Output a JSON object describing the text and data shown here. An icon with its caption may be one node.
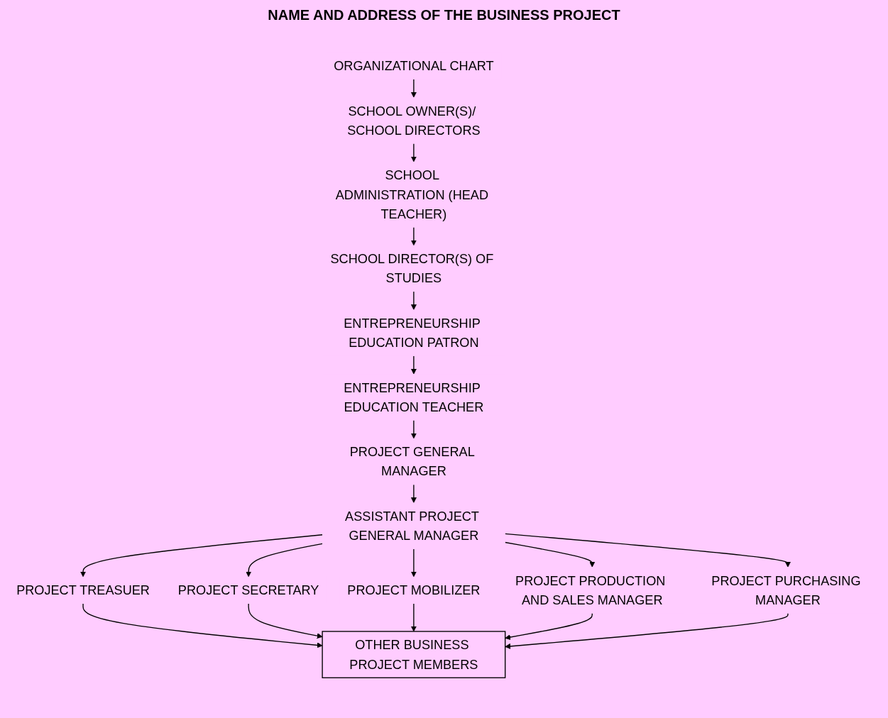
{
  "diagram": {
    "title": "NAME AND ADDRESS OF THE BUSINESS PROJECT",
    "nodes": [
      {
        "text": [
          "ORGANIZATIONAL CHART"
        ]
      },
      {
        "text": [
          "SCHOOL OWNER(S)/ SCHOOL DIRECTORS"
        ]
      },
      {
        "text": [
          "SCHOOL ADMINISTRATION (HEAD TEACHER)"
        ]
      },
      {
        "text": [
          "SCHOOL DIRECTOR(S) OF STUDIES"
        ]
      },
      {
        "text": [
          "ENTREPRENEURSHIP EDUCATION PATRON"
        ]
      },
      {
        "text": [
          "ENTREPRENEURSHIP EDUCATION TEACHER"
        ]
      },
      {
        "text": [
          "PROJECT GENERAL MANAGER"
        ]
      },
      {
        "text": [
          "ASSISTANT PROJECT GENERAL MANAGER"
        ]
      },
      {
        "text": [
          "PROJECT TREASUER"
        ]
      },
      {
        "text": [
          "PROJECT SECRETARY"
        ]
      },
      {
        "text": [
          "PROJECT MOBILIZER"
        ]
      },
      {
        "text": [
          "PROJECT PRODUCTION AND SALES MANAGER"
        ]
      },
      {
        "text": [
          "PROJECT PURCHASING MANAGER"
        ]
      },
      {
        "text": [
          "OTHER BUSINESS PROJECT MEMBERS"
        ]
      }
    ],
    "edges": [
      {
        "from": 0,
        "to": 1,
        "arrow": "to"
      },
      {
        "from": 1,
        "to": 2,
        "arrow": "to"
      },
      {
        "from": 2,
        "to": 3,
        "arrow": "to"
      },
      {
        "from": 3,
        "to": 4,
        "arrow": "to"
      },
      {
        "from": 4,
        "to": 5,
        "arrow": "to"
      },
      {
        "from": 5,
        "to": 6,
        "arrow": "to"
      },
      {
        "from": 6,
        "to": 7,
        "arrow": "to"
      },
      {
        "from": 7,
        "to": 8,
        "arrow": "to"
      },
      {
        "from": 7,
        "to": 9,
        "arrow": "to"
      },
      {
        "from": 7,
        "to": 10,
        "arrow": "to"
      },
      {
        "from": 7,
        "to": 11,
        "arrow": "to"
      },
      {
        "from": 7,
        "to": 12,
        "arrow": "to"
      },
      {
        "from": 8,
        "to": 13,
        "arrow": "to"
      },
      {
        "from": 9,
        "to": 13,
        "arrow": "to"
      },
      {
        "from": 10,
        "to": 13,
        "arrow": "to"
      },
      {
        "from": 11,
        "to": 13,
        "arrow": "to"
      },
      {
        "from": 12,
        "to": 13,
        "arrow": "to"
      }
    ]
  }
}
